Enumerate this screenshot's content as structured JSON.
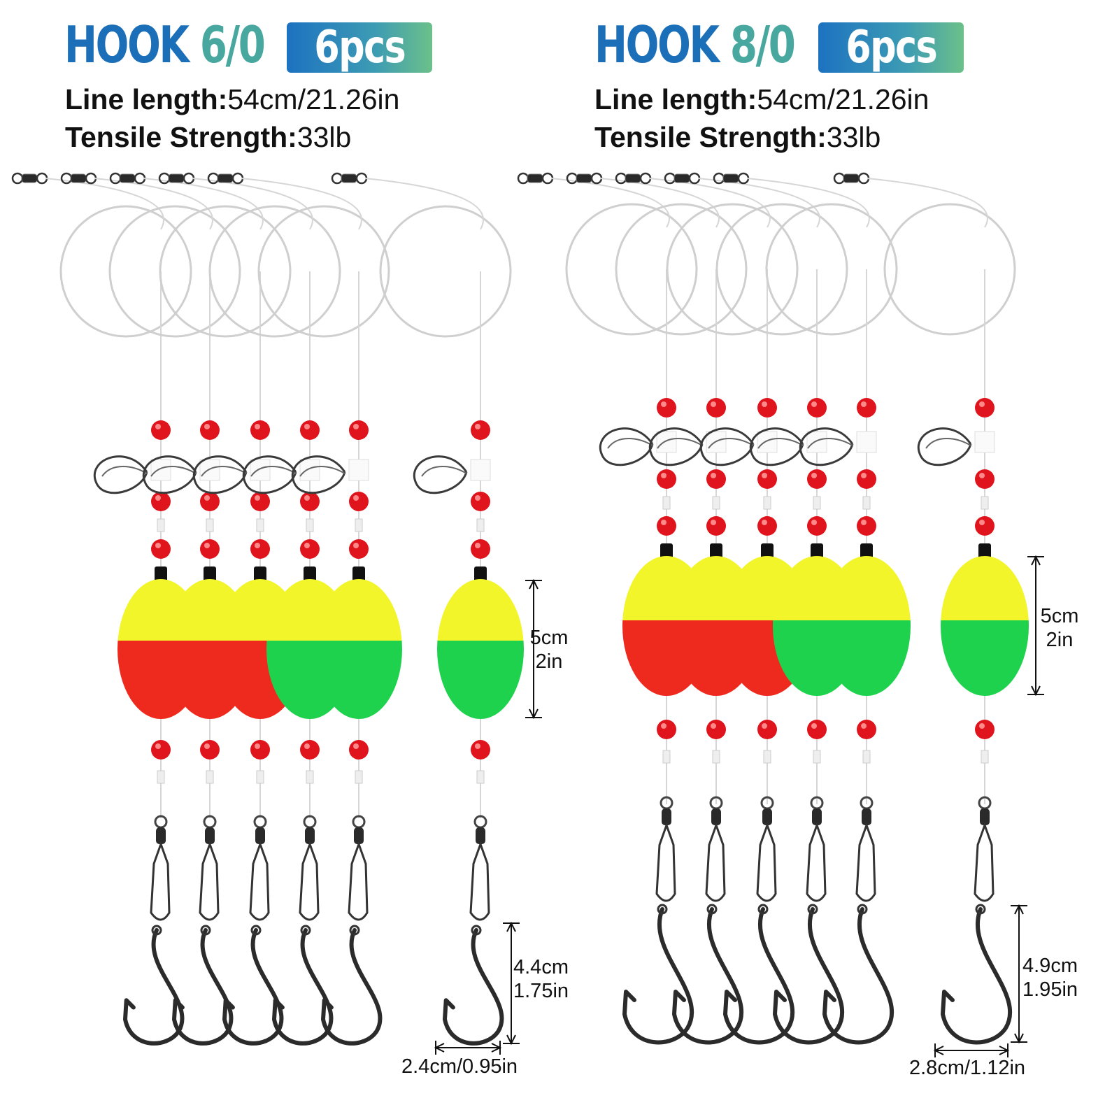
{
  "panels": [
    {
      "hook_word": "HOOK",
      "hook_size": "6/0",
      "badge": "6pcs",
      "line_length_label": "Line length:",
      "line_length_value": "54cm/21.26in",
      "tensile_label": "Tensile Strength:",
      "tensile_value": "33lb",
      "float_height_cm": "5cm",
      "float_height_in": "2in",
      "hook_length_cm": "4.4cm",
      "hook_length_in": "1.75in",
      "hook_width": "2.4cm/0.95in",
      "float_colors": [
        "red",
        "red",
        "red",
        "green",
        "green",
        "green"
      ]
    },
    {
      "hook_word": "HOOK",
      "hook_size": "8/0",
      "badge": "6pcs",
      "line_length_label": "Line length:",
      "line_length_value": "54cm/21.26in",
      "tensile_label": "Tensile Strength:",
      "tensile_value": "33lb",
      "float_height_cm": "5cm",
      "float_height_in": "2in",
      "hook_length_cm": "4.9cm",
      "hook_length_in": "1.95in",
      "hook_width": "2.8cm/1.12in",
      "float_colors": [
        "red",
        "red",
        "red",
        "green",
        "green",
        "green"
      ]
    }
  ],
  "colors": {
    "yellow": "#f2f52a",
    "red": "#ee2a1f",
    "green": "#1fd24e",
    "bead": "#e0141c",
    "title_blue": "#1b6fb8",
    "title_teal": "#48a8a0"
  }
}
